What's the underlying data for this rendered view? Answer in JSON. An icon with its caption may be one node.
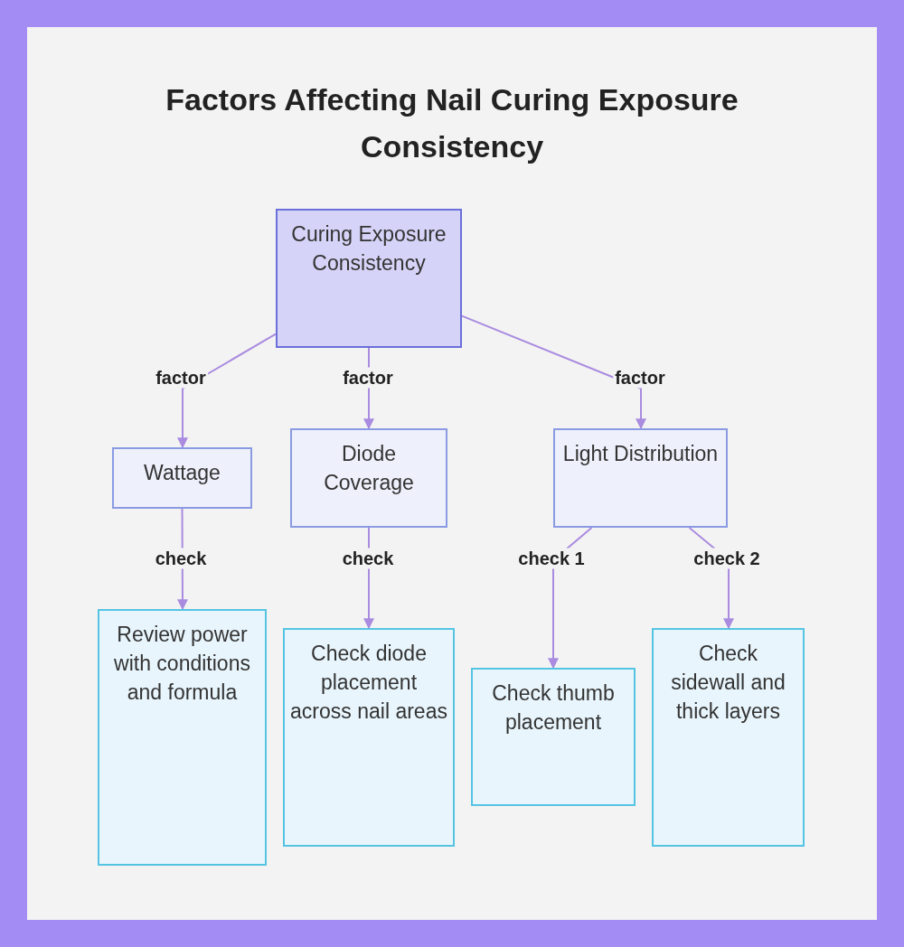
{
  "diagram": {
    "title": "Factors Affecting Nail Curing Exposure Consistency",
    "nodes": [
      {
        "text": [
          "Curing Exposure Consistency"
        ]
      },
      {
        "text": [
          "Wattage"
        ]
      },
      {
        "text": [
          "Diode Coverage"
        ]
      },
      {
        "text": [
          "Light Distribution"
        ]
      },
      {
        "text": [
          "Review power with conditions and formula"
        ]
      },
      {
        "text": [
          "Check diode placement across nail areas"
        ]
      },
      {
        "text": [
          "Check thumb placement"
        ]
      },
      {
        "text": [
          "Check sidewall and thick layers"
        ]
      }
    ],
    "edges": [
      {
        "from": 0,
        "to": 1,
        "arrow": "to",
        "label": "factor"
      },
      {
        "from": 0,
        "to": 2,
        "arrow": "to",
        "label": "factor"
      },
      {
        "from": 0,
        "to": 3,
        "arrow": "to",
        "label": "factor"
      },
      {
        "from": 1,
        "to": 4,
        "arrow": "to",
        "label": "check"
      },
      {
        "from": 2,
        "to": 5,
        "arrow": "to",
        "label": "check"
      },
      {
        "from": 3,
        "to": 6,
        "arrow": "to",
        "label": "check 1"
      },
      {
        "from": 3,
        "to": 7,
        "arrow": "to",
        "label": "check 2"
      }
    ]
  }
}
